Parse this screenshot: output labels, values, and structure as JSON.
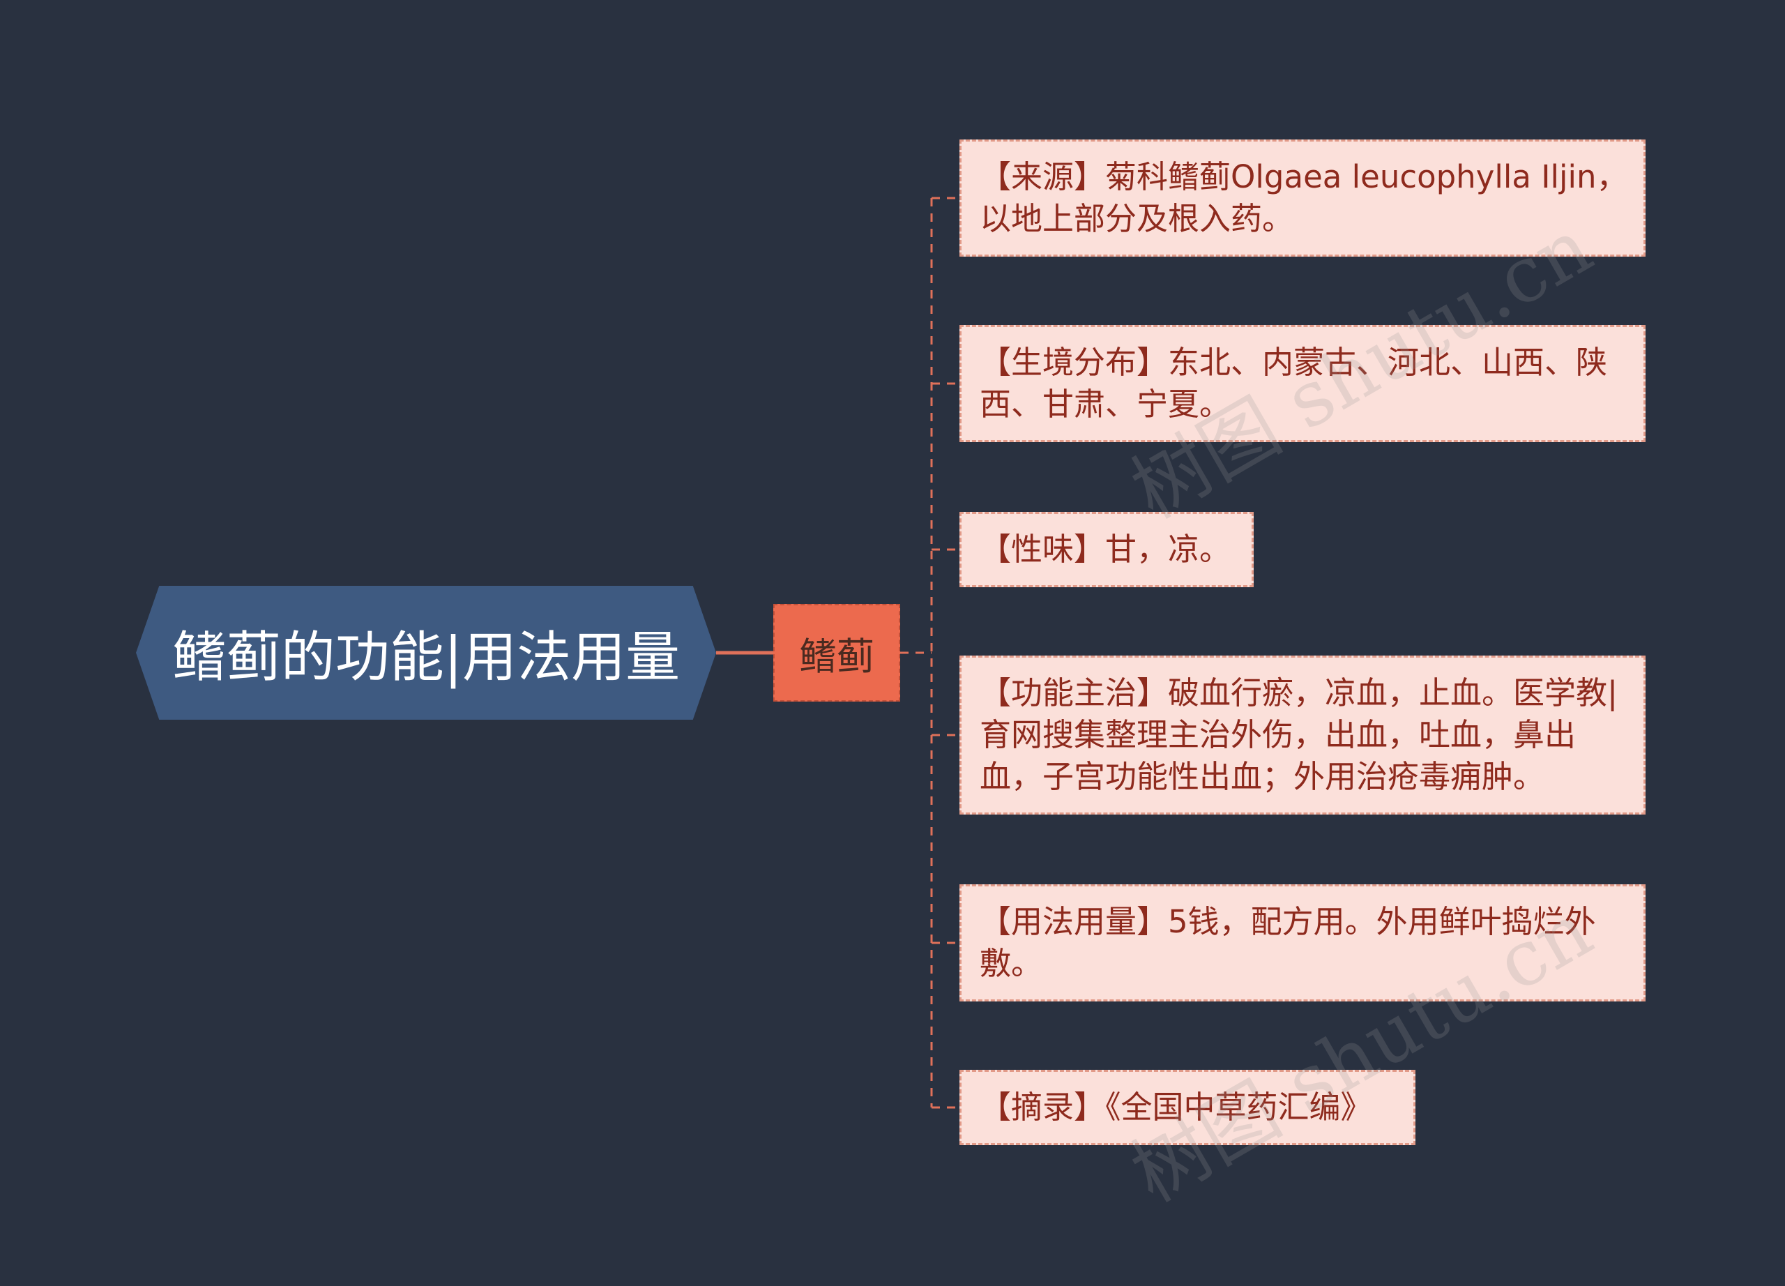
{
  "root": {
    "label": "鳍蓟的功能|用法用量"
  },
  "hub": {
    "label": "鳍蓟"
  },
  "leaves": [
    {
      "text": "【来源】菊科鳍蓟Olgaea leucophylla Iljin，以地上部分及根入药。"
    },
    {
      "text": "【生境分布】东北、内蒙古、河北、山西、陕西、甘肃、宁夏。"
    },
    {
      "text": "【性味】甘，凉。"
    },
    {
      "text": "【功能主治】破血行瘀，凉血，止血。医学教|育网搜集整理主治外伤，出血，吐血，鼻出血，子宫功能性出血；外用治疮毒痈肿。"
    },
    {
      "text": "【用法用量】5钱，配方用。外用鲜叶捣烂外敷。"
    },
    {
      "text": "【摘录】《全国中草药汇编》"
    }
  ],
  "watermark": {
    "text": "树图 shutu.cn"
  },
  "colors": {
    "background": "#293140",
    "root_fill": "#3e5a81",
    "hub_fill": "#ec6a4e",
    "leaf_fill": "#fbe0da",
    "leaf_text": "#8e2a1d",
    "connector": "#e0715a"
  }
}
